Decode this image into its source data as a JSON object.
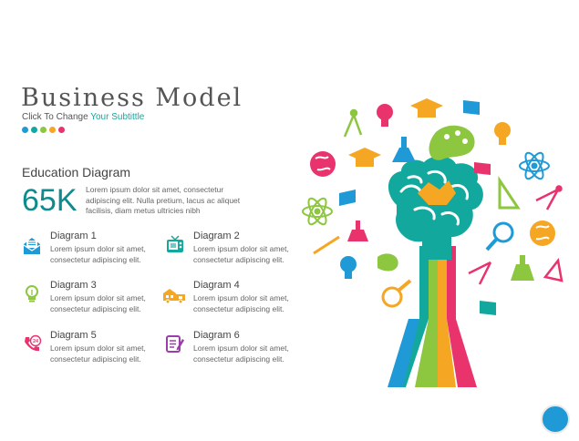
{
  "slide": {
    "title": "Business Model",
    "subtitle_prefix": "Click To Change ",
    "subtitle_accent": "Your Subtittle",
    "dot_colors": [
      "#1f9ad6",
      "#13a89e",
      "#8dc63f",
      "#f5a623",
      "#e8336d"
    ]
  },
  "education": {
    "heading": "Education Diagram",
    "stat": "65K",
    "description": "Lorem ipsum dolor sit amet, consectetur adipiscing elit. Nulla pretium, lacus ac aliquet facilisis, diam metus ultricies nibh"
  },
  "diagrams": [
    {
      "title": "Diagram 1",
      "text": "Lorem ipsum dolor sit amet, consectetur adipiscing elit.",
      "icon": "envelope-icon",
      "color": "#1f9ad6"
    },
    {
      "title": "Diagram 2",
      "text": "Lorem ipsum dolor sit amet, consectetur adipiscing elit.",
      "icon": "tv-icon",
      "color": "#13a89e"
    },
    {
      "title": "Diagram 3",
      "text": "Lorem ipsum dolor sit amet, consectetur adipiscing elit.",
      "icon": "lightbulb-icon",
      "color": "#8dc63f"
    },
    {
      "title": "Diagram 4",
      "text": "Lorem ipsum dolor sit amet, consectetur adipiscing elit.",
      "icon": "truck-icon",
      "color": "#f5a623"
    },
    {
      "title": "Diagram 5",
      "text": "Lorem ipsum dolor sit amet, consectetur adipiscing elit.",
      "icon": "phone-24-icon",
      "color": "#e8336d"
    },
    {
      "title": "Diagram 6",
      "text": "Lorem ipsum dolor sit amet, consectetur adipiscing elit.",
      "icon": "document-pen-icon",
      "color": "#9b3fa8"
    }
  ],
  "illustration": {
    "name": "brain-tree-illustration",
    "colors": {
      "teal": "#13a89e",
      "orange": "#f5a623",
      "pink": "#e8336d",
      "blue": "#1f9ad6",
      "green": "#8dc63f",
      "purple": "#9b3fa8"
    }
  }
}
